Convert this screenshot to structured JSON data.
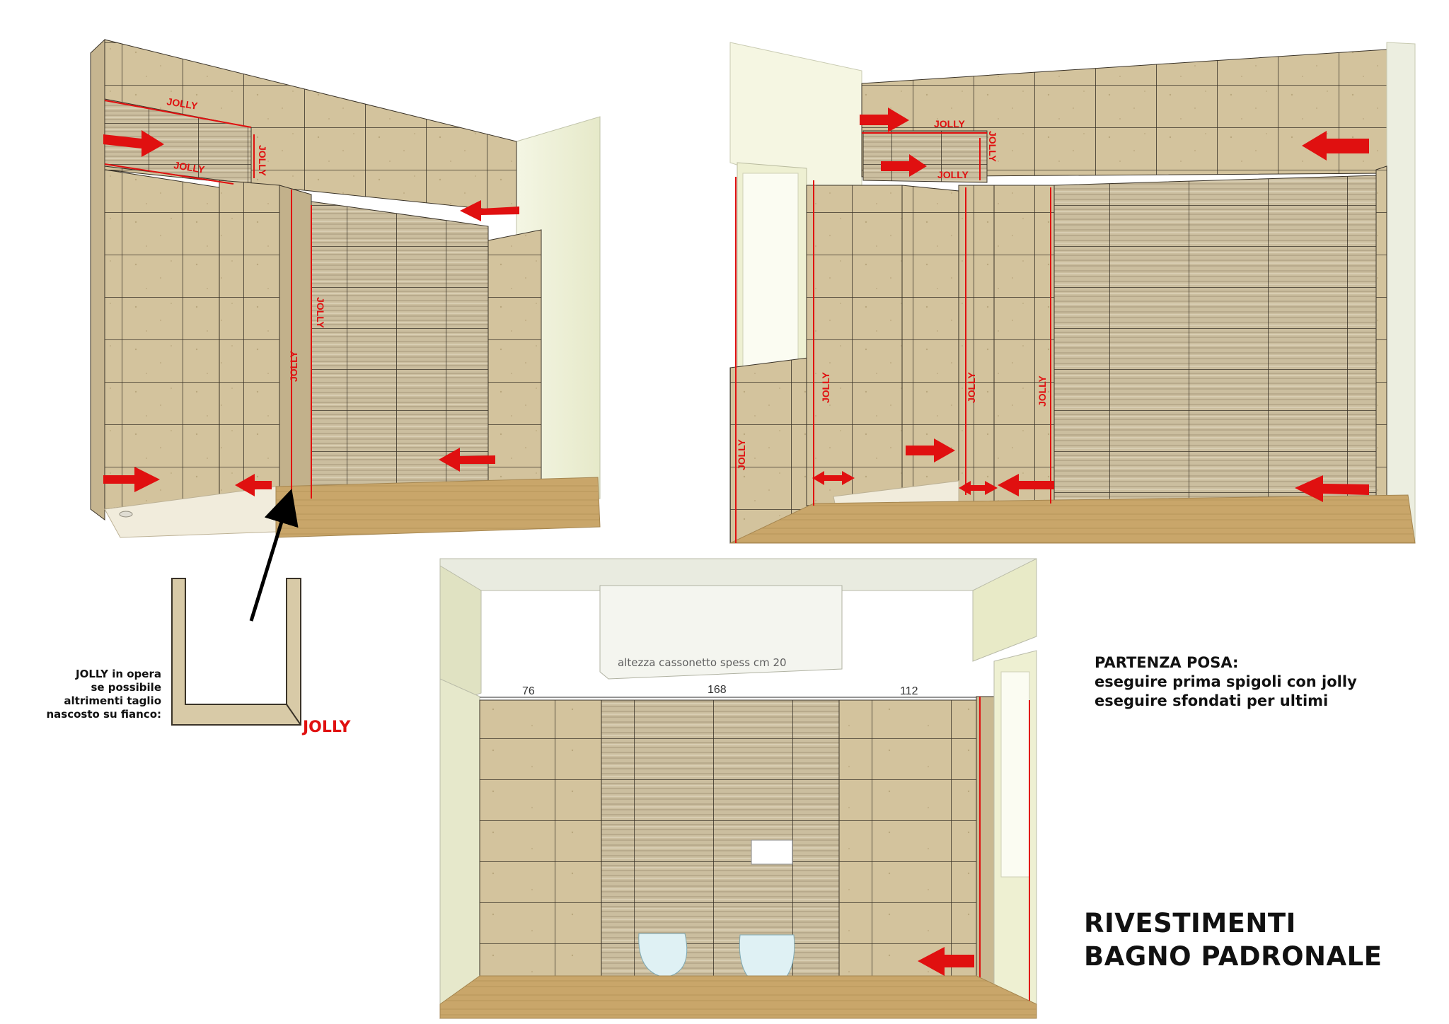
{
  "sheet": {
    "title_lines": [
      "RIVESTIMENTI",
      "BAGNO PADRONALE"
    ],
    "notes": {
      "heading": "PARTENZA POSA:",
      "lines": [
        "eseguire prima spigoli con jolly",
        "eseguire sfondati per ultimi"
      ]
    }
  },
  "colors": {
    "tile_beige": "#d3c39d",
    "tile_grout": "#3a3328",
    "striped_tile": "#cdbfa3",
    "floor_wood": "#c9a66a",
    "marker_red": "#e01010",
    "wall_white": "#f7f6f0"
  },
  "labels": {
    "jolly": "JOLLY"
  },
  "detail": {
    "caption_lines": [
      "JOLLY in opera",
      "se possibile",
      "altrimenti taglio",
      "nascosto su fianco:"
    ],
    "label": "JOLLY"
  },
  "elevation": {
    "box_label": "altezza cassonetto spess cm 20",
    "dimensions": [
      "76",
      "168",
      "112"
    ]
  }
}
